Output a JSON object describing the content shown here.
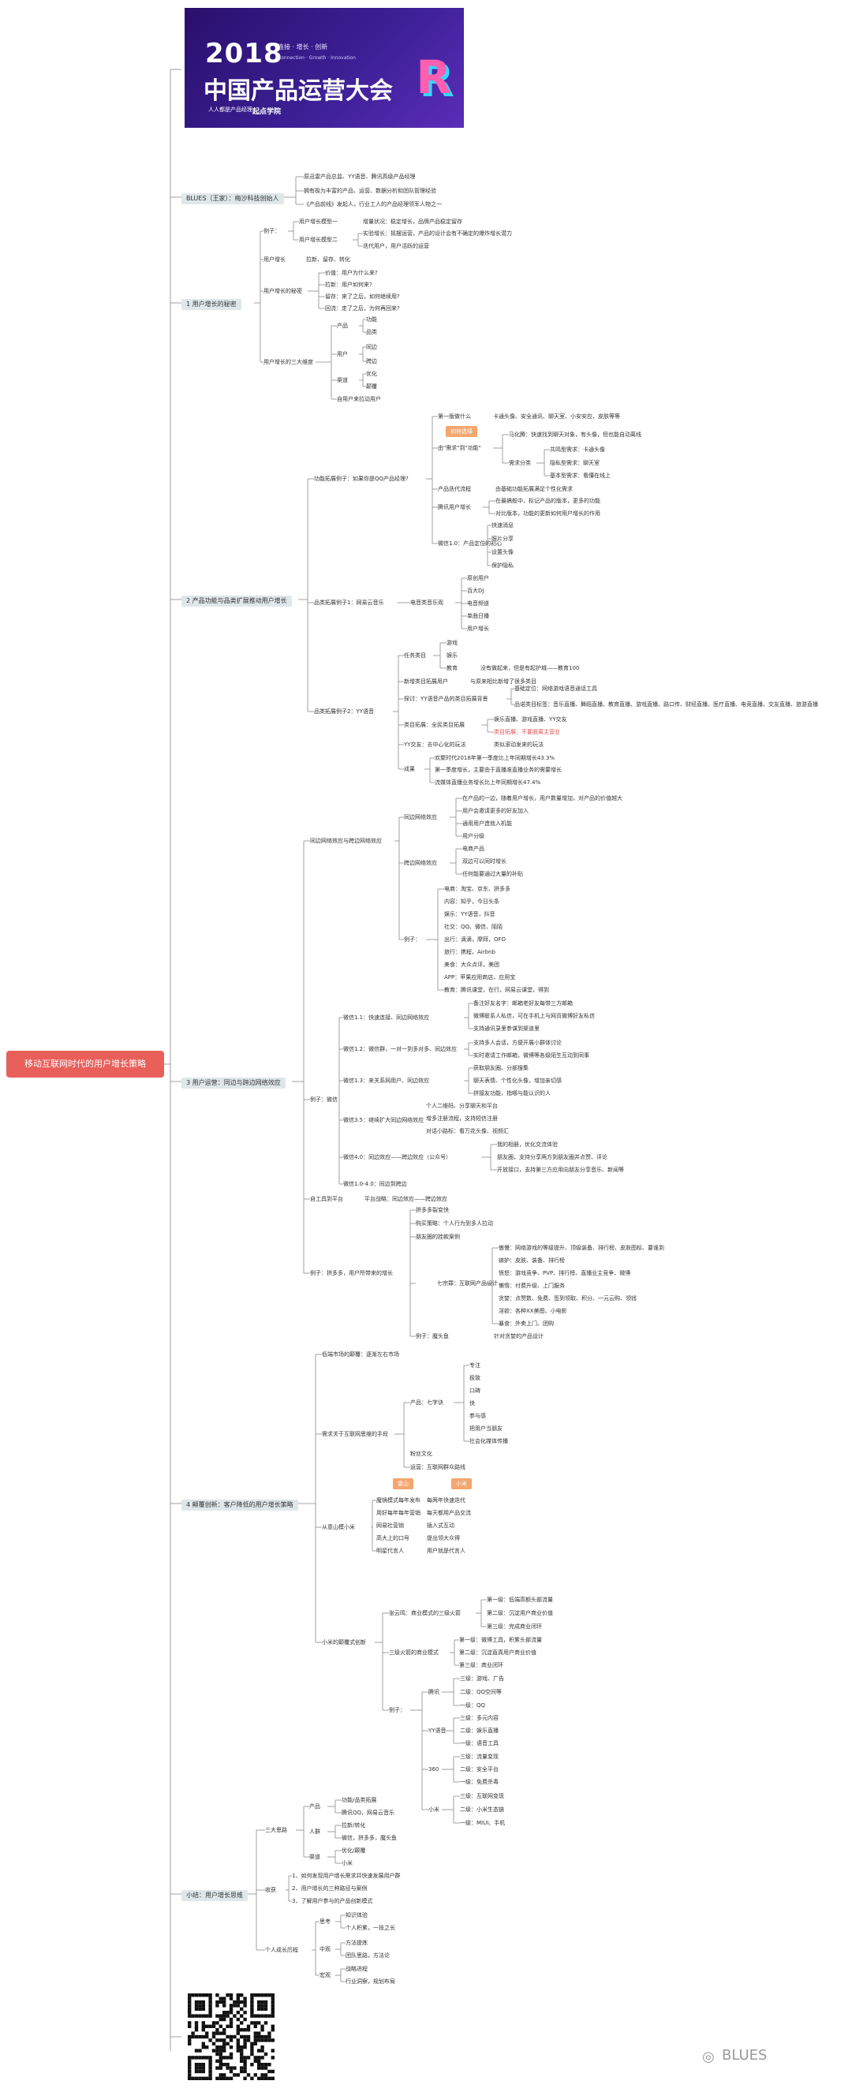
{
  "banner": {
    "year": "2018",
    "tagline_cn": "连接 · 增长 · 创新",
    "tagline_en": "Connection · Growth · Innovation",
    "event_title": "中国产品运营大会",
    "organizer_1": "人人都是产品经理",
    "organizer_2": "起点学院"
  },
  "watermark": "BLUES",
  "root": "移动互联网时代的用户增长策略",
  "sections": {
    "s0": "BLUES（王家）：梅沙科技创始人",
    "s1": "1  用户增长的秘密",
    "s2": "2  产品功能与品类扩展推动用户增长",
    "s3": "3  用户运营：同边与跨边网络效应",
    "s4": "4  颠覆创新：客户降低的用户增长策略",
    "s5": "小结：用户增长思维"
  },
  "n": {
    "a1": "原迅雷产品总监、YY语音、腾讯高级产品经理",
    "a2": "拥有极为丰富的产品、运营、数据分析和团队管理经验",
    "a3": "《产品前线》发起人，行业工人的产品经理领军人物之一",
    "b_ex": "例子：",
    "b_g1": "用户增长模型一",
    "b_g1a": "增量状况：稳定增长，品牌产品稳定留存",
    "b_g2": "用户增长模型二",
    "b_g2a": "实验增长：摇摆运营，产品的设计会有不确定的爆炸增长潜力",
    "b_g2b": "迭代用户，用户活跃的运营",
    "b_growth": "用户增长",
    "b_growth_a": "拉新、留存、转化",
    "b_secret": "用户增长的秘密",
    "b_sa": "价值：用户为什么来?",
    "b_sb": "拉新：用户如何来?",
    "b_sc": "留存：来了之后，如何继续用?",
    "b_sd": "回流：走了之后，为何再回来?",
    "b_three": "用户增长的三大维度",
    "b_prod": "产品",
    "b_p1": "功能",
    "b_p2": "品类",
    "b_user": "用户",
    "b_u1": "同边",
    "b_u2": "跨边",
    "b_chan": "渠道",
    "b_c1": "优化",
    "b_c2": "颠覆",
    "b_c3": "自用户来拉动用户",
    "c_func": "功能拓展例子：如果你是QQ产品经理?",
    "c_first": "第一版做什么",
    "c_first_a": "卡通头像、安全通讯、聊天室、小安安应、皮肤等等",
    "c_tag1": "如何选择",
    "c_need": "由\"需求\"到\"功能\"",
    "c_need_a": "马化腾：快速找到聊天对象，有头像，但也能自动离线",
    "c_need_b": "需求分类",
    "c_nb1": "共鸣型需求：卡通头像",
    "c_nb2": "隐私型需求：聊天室",
    "c_nb3": "基本型需求：看懂在线上",
    "c_iter": "产品迭代流程",
    "c_iter_a": "由基础功能拓展满足个性化需求",
    "c_tx": "腾讯用户增长",
    "c_tx_a": "在最搞般中，标记产品的版本，更多的功能",
    "c_tx_b": "对比版本，功能的更新如何用户增长的作用",
    "c_wx": "微信1.0：产品定位的初心",
    "c_wx1": "快速消息",
    "c_wx2": "照片分享",
    "c_wx3": "设置头像",
    "c_wx4": "保护隐私",
    "c_cat1": "品类拓展例子1：网易云音乐",
    "c_music": "电音类音乐观",
    "c_m1": "原创用户",
    "c_m2": "百大DJ",
    "c_m3": "电音频道",
    "c_m4": "单曲日播",
    "c_m5": "用户增长",
    "c_cat2": "品类拓展例子2：YY语音",
    "c_task": "任务类目",
    "c_t1": "游戏",
    "c_t2": "娱乐",
    "c_t3": "教育",
    "c_t3a": "没有做起来，但是有起护城——教育100",
    "c_new": "新增类目拓展用户",
    "c_new_a": "与原来相比新增了很多类目",
    "c_why": "探讨：YY语音产品的类目拓展背景",
    "c_why_a": "基础定位：网络游戏语音通话工具",
    "c_why_b": "品诺类目标签：音乐直播、舞蹈直播、教育直播、游戏直播、路口传、财经直播、医疗直播、电竞直播、交友直播、旅游直播",
    "c_cat": "类目拓展：全民类目拓展",
    "c_cat_a": "娱乐直播、游戏直播、YY交友",
    "c_cat_b": "类目拓展：不要脱离主营业",
    "c_yyf": "YY交友：去中心化的玩法",
    "c_yyf_a": "类似滚动发来的玩法",
    "c_res": "成果",
    "c_res_a": "欢聚时代2018年第一季度比上年同期增长43.3%",
    "c_res_b": "第一季度增长，主要由于直播准直播业务的需要增长",
    "c_res_c": "流媒体直播业务增长比上年同期增长47.4%",
    "d_netw": "同边网络效应与跨边网络效应",
    "d_same": "同边网络效应",
    "d_s1": "在产品的一边，随着用户增长，用户数量增加，对产品的价值越大",
    "d_s2": "用户会邀请更多的好友加入",
    "d_s3": "通用用户造就入机能",
    "d_s4": "用户分级",
    "d_cross": "跨边网络效应",
    "d_c1": "电商产品",
    "d_c2": "双边可以同时增长",
    "d_c3": "任何能要通过大量的补贴",
    "d_ex": "例子：",
    "d_e1": "电商：淘宝、京东、拼多多",
    "d_e2": "内容：知乎，今日头条",
    "d_e3": "娱乐：YY语音，抖音",
    "d_e4": "社交：QQ、微信、陌陌",
    "d_e5": "出行：滴滴，摩拜，OFO",
    "d_e6": "旅行：携程，Airbnb",
    "d_e7": "美食：大众点评，美团",
    "d_e8": "APP：苹果应用商店，应用宝",
    "d_e9": "教育：腾讯课堂，在行，网易云课堂，得到",
    "d_wx": "例子：微信",
    "d_w11": "微信1.1：快速连接、同边网络效应",
    "d_w11a": "备注好友名字：邮箱老好友每带三方邮箱",
    "d_w11b": "微博联系人私信，可在手机上与网页微博好友私信",
    "d_w11c": "支持通讯录里参谋到渠道里",
    "d_w12": "微信1.2：微信群，一对一到多对多、同边效应",
    "d_w12a": "支持多人会话，方便开展小群体讨论",
    "d_w12b": "实时邀请工作邮箱，微博等各级陌生互动到同事",
    "d_w13": "微信1.3：来关系网用户、同边效应",
    "d_w13a": "获取朋友圈、分部搜集",
    "d_w13b": "聊天表情、个性化头像，增加亲切感",
    "d_w13c": "拼接友功能，指哪与能认识的人",
    "d_w14a": "个人二维码、分享聊天和平台",
    "d_w35": "微信3.5：继续扩大同边网络效应",
    "d_w35a": "增多注册流程，支持短信注册",
    "d_w35b": "对话小路标：看万花头像、视频汇",
    "d_w40": "微信4.0：同边效应——跨边效应（公众号）",
    "d_w40a": "我的相册，优化交流体验",
    "d_w40b": "朋友圈，支持分享两方到朋友圈并点赞、评论",
    "d_w40c": "开放接口，支持第三方应用向朋友分享音乐、新闻等",
    "d_w16": "微信1.0-4.0：同边到跨边",
    "d_tool": "自工具到平台",
    "d_tool_a": "平台战略：同边效应——跨边效应",
    "d_pdd": "例子：拼多多，用户所带来的增长",
    "d_pd1": "拼多多裂变快",
    "d_pd2": "购买策略：个人行为到多人拉动",
    "d_pd3": "朋友圈的挂款案例",
    "d_seven": "七宗罪：互联网产品设计",
    "d_sv1": "傲慢：网络游戏的等级提升、顶级装备、排行榜、皮肤图标、要谁到",
    "d_sv2": "嫉妒：皮肤、装备、排行榜",
    "d_sv3": "愤怒：游戏竞争、PVP、排行榜、直播业主竞争、微博",
    "d_sv4": "懒惰：付费升级、上门服务",
    "d_sv5": "贪婪：点赞数、免费、签到领取、积分、一元云购、领钱",
    "d_sv6": "淫欲：各种XX美图、小电影",
    "d_sv7": "暴食：外卖上门、团购",
    "d_sv8": "例子：魔头鱼",
    "d_sv8a": "针对贪婪的产品设计",
    "e_hard": "低端市场的颠覆：逐渐左右市场",
    "e_need": "需求关于互联网思维的手段",
    "e_prod": "产品：七字诀",
    "e_p1": "专注",
    "e_p2": "极致",
    "e_p3": "口碑",
    "e_p4": "快",
    "e_p5": "参与感",
    "e_p6": "把用户当朋友",
    "e_p7": "社会化媒体传播",
    "e_fans": "粉丝文化",
    "e_ops": "运营：互联网群众路线",
    "e_tag1": "雷山",
    "e_tag2": "小米",
    "e_flow": "从意山模小米",
    "e_f1": "魔镜模式每年发布",
    "e_f1b": "每两年快速迭代",
    "e_f2": "用好每年每年营销",
    "e_f2b": "每天都用产品交流",
    "e_f3": "网易社营销",
    "e_f3b": "插入式互动",
    "e_f4": "高大上的口号",
    "e_f4b": "提出领大众得",
    "e_f5": "明星代言人",
    "e_f5b": "用户就是代言人",
    "e_mi": "小米的颠覆式创新",
    "e_mi1": "张云鸣：商业模式的三级火箭",
    "e_mi1a": "第一级：低端高额头部流量",
    "e_mi1b": "第二级：沉淀用户商业价值",
    "e_mi1c": "第三级：完成商业闭环",
    "e_mi2": "三级火箭的商业模式",
    "e_mi2a": "第一级：微博工具，积累头部流量",
    "e_mi2b": "第二级：沉淀直真用户商业价值",
    "e_mi2c": "第三级：商业闭环",
    "e_tx": "腾讯",
    "e_tx1": "三级：游戏、广告",
    "e_tx2": "二级：QQ空间等",
    "e_tx3": "一级：QQ",
    "e_ex": "例子：",
    "e_yy": "YY语音",
    "e_yy1": "三级：多元内容",
    "e_yy2": "二级：娱乐直播",
    "e_yy3": "一级：语音工具",
    "e_360": "360",
    "e_361": "三级：流量变现",
    "e_362": "二级：安全平台",
    "e_363": "一级：免费杀毒",
    "e_xm": "小米",
    "e_xm1": "三级：互联网变现",
    "e_xm2": "二级：小米生态链",
    "e_xm3": "一级：MIUI、手机",
    "f_three": "三大思路",
    "f_prod": "产品",
    "f_p1": "功能/品类拓展",
    "f_p2": "腾讯QQ，网易云音乐",
    "f_user": "人群",
    "f_u1": "拉新/转化",
    "f_u2": "微信，拼多多，魔头鱼",
    "f_chan": "渠道",
    "f_c1": "优化/颠覆",
    "f_c2": "小米",
    "f_rev": "收获",
    "f_r1": "1、如何发现用户增长需求并快速发展用户群",
    "f_r2": "2、用户增长的三种路径与案例",
    "f_r3": "3、了解用户参与的产品创新模式",
    "f_grow": "个人成长历程",
    "f_g1": "思考",
    "f_g1a": "知识体验",
    "f_g1b": "个人积累，一技之长",
    "f_g2": "中观",
    "f_g2a": "方法提炼",
    "f_g2b": "团队思路，方法论",
    "f_g3": "宏观",
    "f_g3a": "战略进程",
    "f_g3b": "行业洞察，规划布局"
  }
}
